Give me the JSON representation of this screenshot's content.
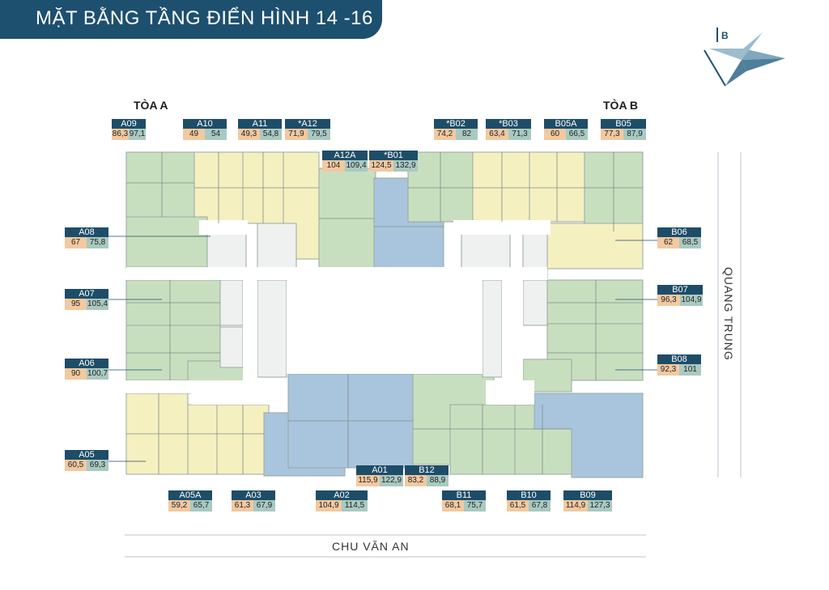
{
  "header": {
    "title": "MẶT BẰNG TẦNG ĐIỂN HÌNH 14 -16"
  },
  "towers": {
    "a": "TÒA A",
    "b": "TÒA B"
  },
  "streets": {
    "right": "QUANG TRUNG",
    "bottom": "CHU VĂN AN"
  },
  "compass": {
    "letter": "B",
    "icon": "compass-rose-icon"
  },
  "colors": {
    "banner": "#1d4f6e",
    "label_code": "#1e4d68",
    "area_inner": "#f2c9a0",
    "area_outer": "#a9c9c1",
    "green": "#c8dfbf",
    "yellow": "#f5f0c0",
    "blue": "#a9c5dd"
  },
  "units": [
    {
      "code": "A09",
      "area1": "86,3",
      "area2": "97,1"
    },
    {
      "code": "A10",
      "area1": "49",
      "area2": "54"
    },
    {
      "code": "A11",
      "area1": "49,3",
      "area2": "54,8"
    },
    {
      "code": "*A12",
      "area1": "71,9",
      "area2": "79,5"
    },
    {
      "code": "A12A",
      "area1": "104",
      "area2": "109,4"
    },
    {
      "code": "*B01",
      "area1": "124,5",
      "area2": "132,9"
    },
    {
      "code": "*B02",
      "area1": "74,2",
      "area2": "82"
    },
    {
      "code": "*B03",
      "area1": "63,4",
      "area2": "71,3"
    },
    {
      "code": "B05A",
      "area1": "60",
      "area2": "66,5"
    },
    {
      "code": "B05",
      "area1": "77,3",
      "area2": "87,9"
    },
    {
      "code": "A08",
      "area1": "67",
      "area2": "75,8"
    },
    {
      "code": "B06",
      "area1": "62",
      "area2": "68,5"
    },
    {
      "code": "A07",
      "area1": "95",
      "area2": "105,4"
    },
    {
      "code": "B07",
      "area1": "96,3",
      "area2": "104,9"
    },
    {
      "code": "A06",
      "area1": "90",
      "area2": "100,7"
    },
    {
      "code": "B08",
      "area1": "92,3",
      "area2": "101"
    },
    {
      "code": "A05",
      "area1": "60,5",
      "area2": "69,3"
    },
    {
      "code": "A01",
      "area1": "115,9",
      "area2": "122,9"
    },
    {
      "code": "B12",
      "area1": "83,2",
      "area2": "88,9"
    },
    {
      "code": "A05A",
      "area1": "59,2",
      "area2": "65,7"
    },
    {
      "code": "A03",
      "area1": "61,3",
      "area2": "67,9"
    },
    {
      "code": "A02",
      "area1": "104,9",
      "area2": "114,5"
    },
    {
      "code": "B11",
      "area1": "68,1",
      "area2": "75,7"
    },
    {
      "code": "B10",
      "area1": "61,5",
      "area2": "67,8"
    },
    {
      "code": "B09",
      "area1": "114,9",
      "area2": "127,3"
    }
  ]
}
